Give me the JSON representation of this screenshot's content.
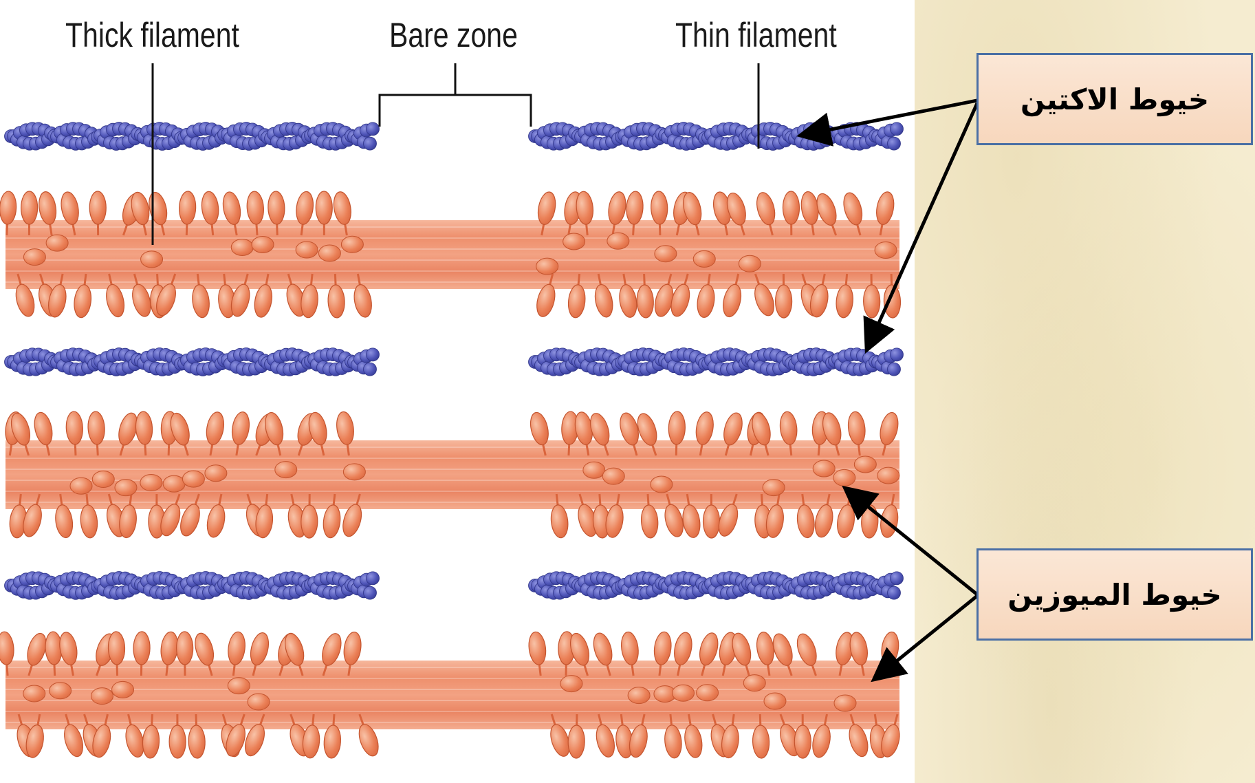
{
  "labels": {
    "thick_filament": "Thick filament",
    "bare_zone": "Bare zone",
    "thin_filament": "Thin filament"
  },
  "callouts": {
    "actin": "خيوط الاكتين",
    "myosin": "خيوط الميوزين"
  },
  "colors": {
    "actin": "#4f55b8",
    "actin_dark": "#3a3f98",
    "myosin_shaft": "#ee8f6c",
    "myosin_head": "#e8794f",
    "box_fill": "#f9dcc4",
    "box_border": "#4a6fa5",
    "parchment": "#f5ecd0"
  }
}
